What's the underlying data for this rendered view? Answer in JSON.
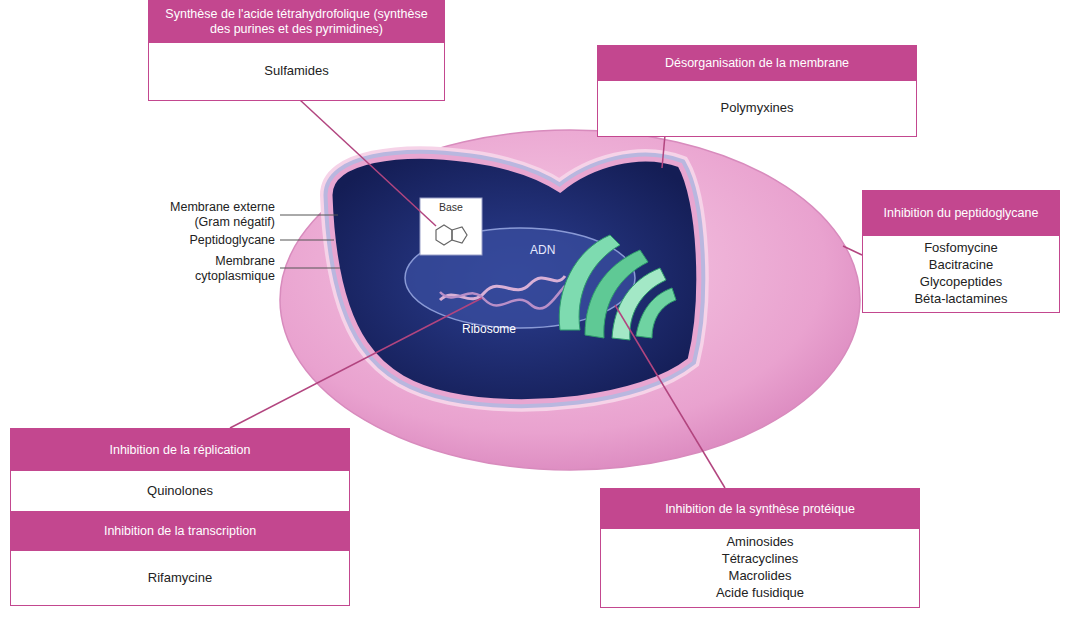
{
  "diagram": {
    "nodes": [
      {
        "text": [
          "Synthèse de l'acide tétrahydrofolique (synthèse des purines et des pyrimidines)",
          "Sulfamides"
        ]
      },
      {
        "text": [
          "Désorganisation de la membrane",
          "Polymyxines"
        ]
      },
      {
        "text": [
          "Inhibition du peptidoglycane",
          "Fosfomycine",
          "Bacitracine",
          "Glycopeptides",
          "Béta-lactamines"
        ]
      },
      {
        "text": [
          "Inhibition de la réplication",
          "Quinolones",
          "Inhibition de la transcription",
          "Rifamycine"
        ]
      },
      {
        "text": [
          "Inhibition de la synthèse protéique",
          "Aminosides",
          "Tétracyclines",
          "Macrolides",
          "Acide fusidique"
        ]
      }
    ],
    "labels": [
      "Membrane externe (Gram négatif)",
      "Peptidoglycane",
      "Membrane cytoplasmique",
      "Base",
      "ADN",
      "Ribosome"
    ]
  }
}
